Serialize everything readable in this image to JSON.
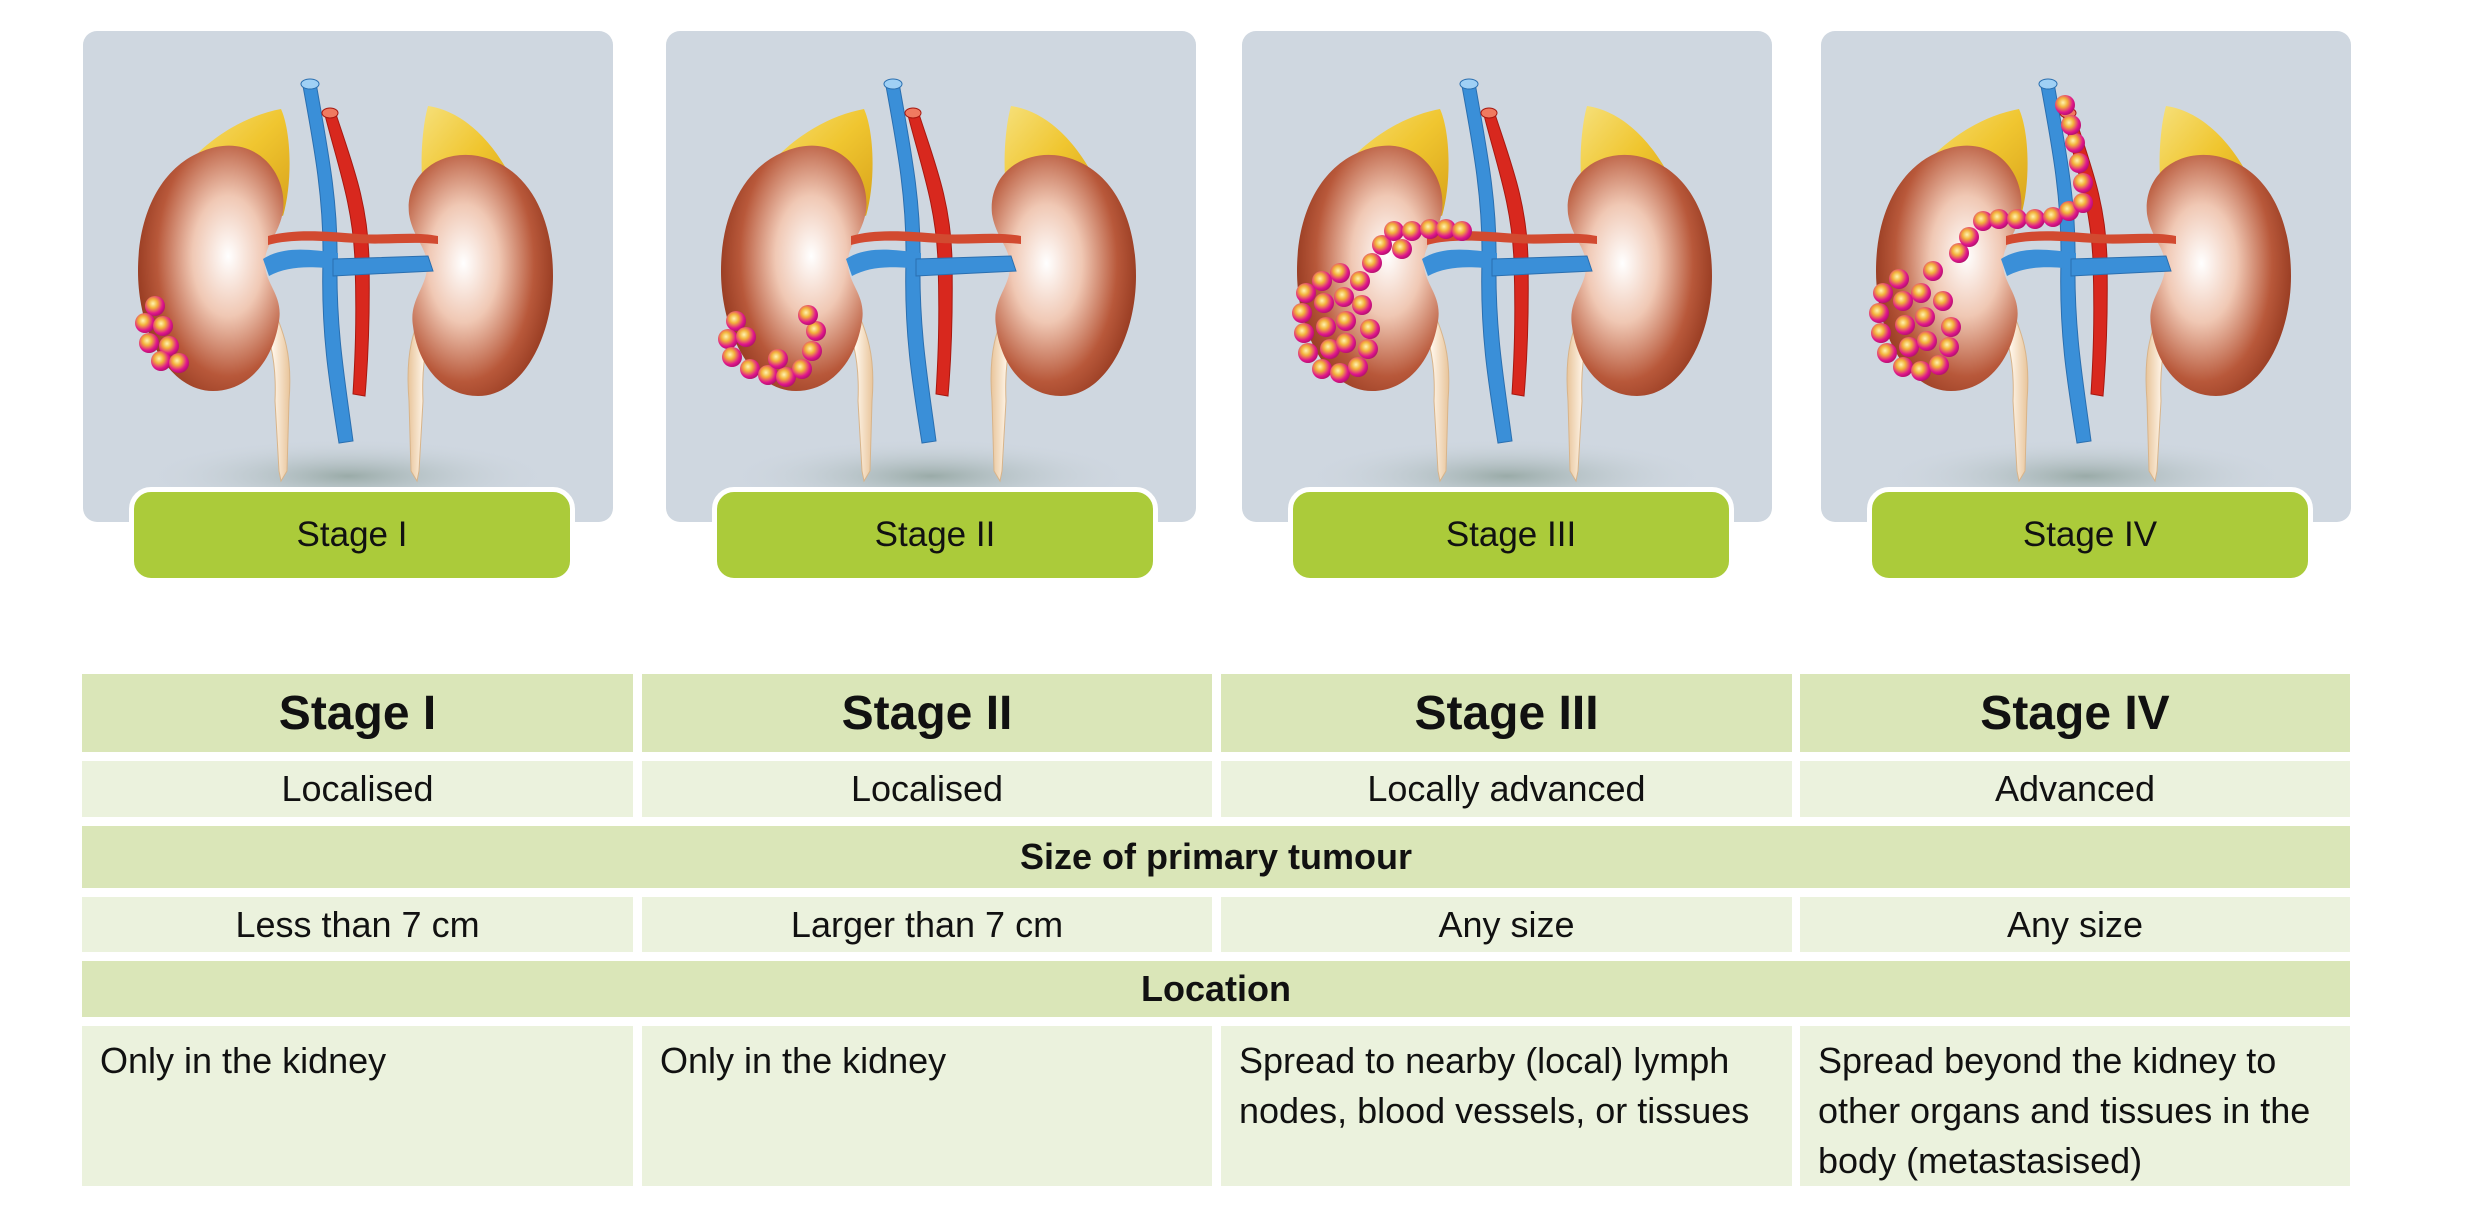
{
  "colors": {
    "card_bg": "#cfd7e0",
    "badge": "#abcb3a",
    "header_row": "#dae6b8",
    "body_row": "#ebf2dd",
    "tumour": "#e0168c",
    "tumour_core": "#f2b13a",
    "kidney": "#a8452a",
    "adrenal": "#f0c630",
    "vein": "#3a8fd8",
    "artery": "#d8281e"
  },
  "illustrations": [
    {
      "badge_label": "Stage I",
      "tumour_extent": "small cluster at lower pole of right-side kidney"
    },
    {
      "badge_label": "Stage II",
      "tumour_extent": "larger cluster at lower pole of kidney"
    },
    {
      "badge_label": "Stage III",
      "tumour_extent": "tumour spreading to renal vessels and nearby lymph nodes"
    },
    {
      "badge_label": "Stage IV",
      "tumour_extent": "tumour spreading along vessels beyond kidney"
    }
  ],
  "table": {
    "headers": [
      "Stage I",
      "Stage II",
      "Stage III",
      "Stage IV"
    ],
    "category": [
      "Localised",
      "Localised",
      "Locally advanced",
      "Advanced"
    ],
    "section_size": "Size of primary tumour",
    "size": [
      "Less than 7 cm",
      "Larger than 7 cm",
      "Any size",
      "Any size"
    ],
    "section_location": "Location",
    "location": [
      "Only in the kidney",
      "Only in the kidney",
      "Spread to nearby (local) lymph nodes, blood vessels, or tissues",
      "Spread beyond the kidney to other organs and tissues in the body (metastasised)"
    ]
  }
}
